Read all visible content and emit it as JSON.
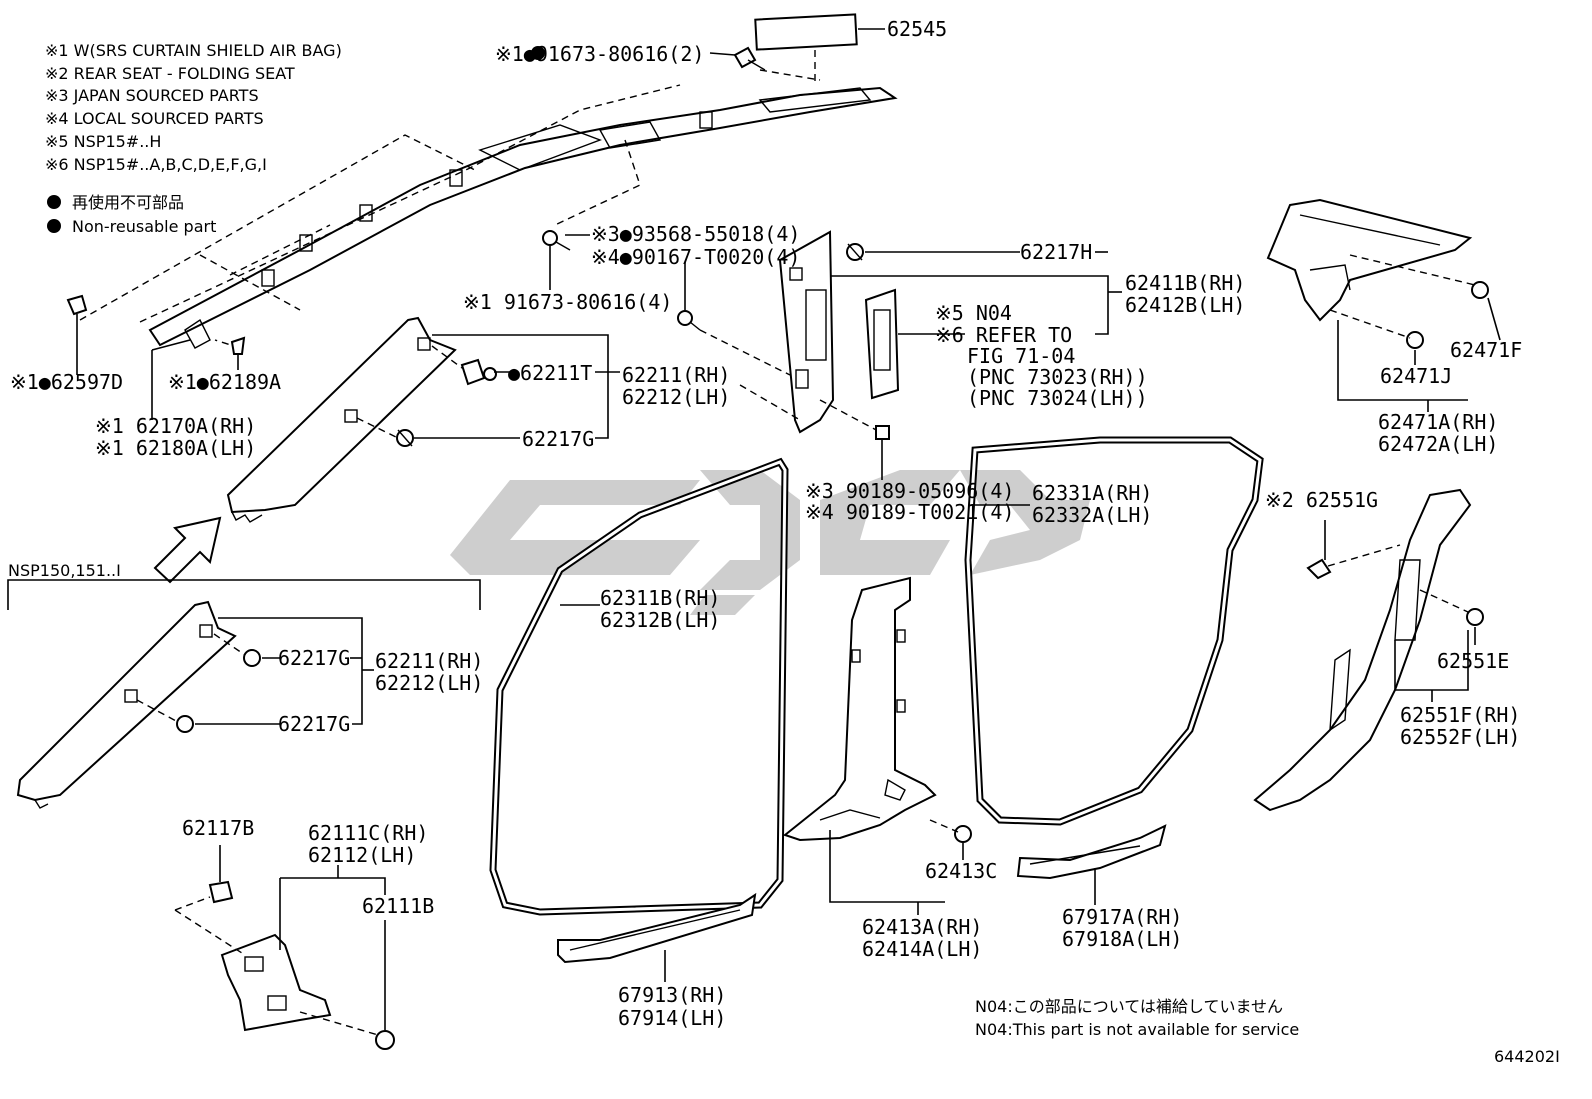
{
  "notes": [
    "※1 W(SRS CURTAIN SHIELD AIR BAG)",
    "※2 REAR SEAT - FOLDING SEAT",
    "※3 JAPAN SOURCED PARTS",
    "※4 LOCAL SOURCED PARTS",
    "※5 NSP15#..H",
    "※6 NSP15#..A,B,C,D,E,F,G,I"
  ],
  "legend": {
    "jp": "再使用不可部品",
    "en": "Non-reusable part"
  },
  "labels": {
    "p62545": "62545",
    "p91673_2": "※1●91673-80616(2)",
    "p93568": "※3●93568-55018(4)",
    "p90167": "※4●90167-T0020(4)",
    "p91673_4": "※1 91673-80616(4)",
    "p62217H": "62217H",
    "p62411B": "62411B(RH)",
    "p62412B": "62412B(LH)",
    "n04": "※5 N04",
    "refer": "※6 REFER TO",
    "fig": "FIG 71-04",
    "pnc1": "(PNC 73023(RH))",
    "pnc2": "(PNC 73024(LH))",
    "p62597D": "※1●62597D",
    "p62189A": "※1●62189A",
    "p62170A": "※1 62170A(RH)",
    "p62180A": "※1 62180A(LH)",
    "p62211T": "●62211T",
    "p62211": "62211(RH)",
    "p62212": "62212(LH)",
    "p62217G": "62217G",
    "p62471F": "62471F",
    "p62471J": "62471J",
    "p62471A": "62471A(RH)",
    "p62472A": "62472A(LH)",
    "p90189a": "※3 90189-05096(4)",
    "p90189b": "※4 90189-T0021(4)",
    "p62331A": "62331A(RH)",
    "p62332A": "62332A(LH)",
    "p62551G": "※2 62551G",
    "p62551E": "62551E",
    "p62551F": "62551F(RH)",
    "p62552F": "62552F(LH)",
    "nsp": "NSP150,151..I",
    "p62217G_b": "62217G",
    "p62211_b": "62211(RH)",
    "p62212_b": "62212(LH)",
    "p62217G_c": "62217G",
    "p62311B": "62311B(RH)",
    "p62312B": "62312B(LH)",
    "p62117B": "62117B",
    "p62111C": "62111C(RH)",
    "p62112": "62112(LH)",
    "p62111B": "62111B",
    "p62413C": "62413C",
    "p62413A": "62413A(RH)",
    "p62414A": "62414A(LH)",
    "p67917A": "67917A(RH)",
    "p67918A": "67918A(LH)",
    "p67913": "67913(RH)",
    "p67914": "67914(LH)",
    "n04jp": "N04:この部品については補給していません",
    "n04en": "N04:This part is not available for service",
    "figno": "644202I"
  }
}
